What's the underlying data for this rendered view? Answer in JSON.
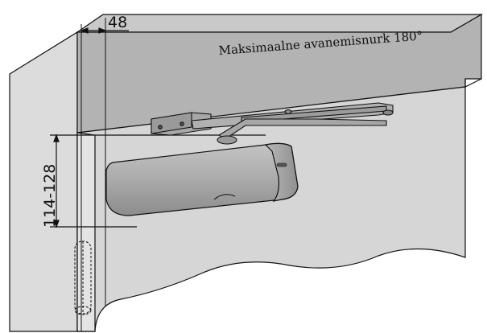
{
  "caption": "Maksimaalne avanemisnurk 180°",
  "dimension_top": "48",
  "dimension_side": "114-128",
  "colors": {
    "frame": "#b3b3b3",
    "wall": "#dcdcdc",
    "door": "#cfcfcf",
    "closer_body": "#a9a9a9",
    "arm": "#9c9c9c",
    "line": "#111111"
  }
}
